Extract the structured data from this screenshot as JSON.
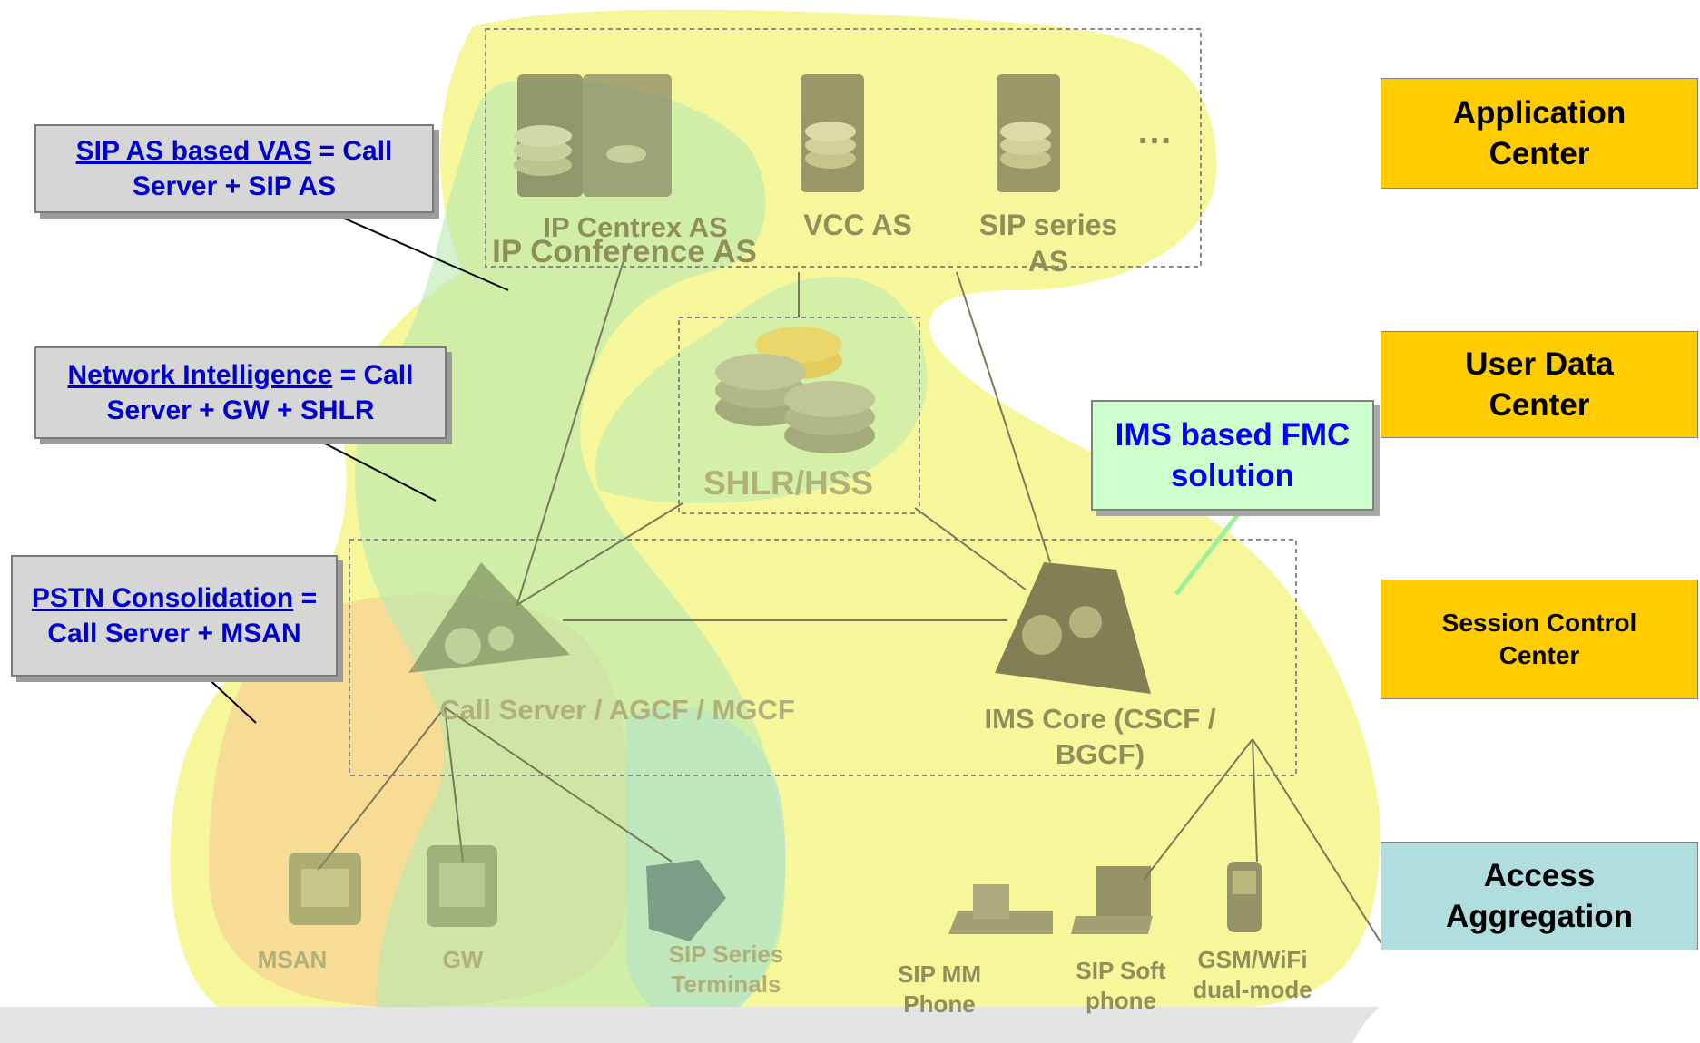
{
  "capabilities": {
    "sip_as_vas": {
      "link": "SIP AS based VAS",
      "rest": " = Call Server + SIP AS"
    },
    "network_intelligence": {
      "link": "Network Intelligence",
      "rest": " = Call Server + GW + SHLR"
    },
    "pstn_consolidation": {
      "link": "PSTN Consolidation",
      "rest": " = Call Server + MSAN"
    }
  },
  "ims_fmc": "IMS based FMC solution",
  "layers": {
    "application_center": "Application Center",
    "user_data_center": "User Data Center",
    "session_control_center": "Session Control Center",
    "access_aggregation": "Access Aggregation"
  },
  "nodes": {
    "ip_centrex_as": "IP Centrex AS",
    "ip_conference_as": "IP Conference AS",
    "vcc_as": "VCC AS",
    "sip_series_as": "SIP series AS",
    "ellipsis": "…",
    "shlr_hss": "SHLR/HSS",
    "call_server": "Call Server / AGCF / MGCF",
    "ims_core": "IMS Core (CSCF / BGCF)",
    "msan": "MSAN",
    "gw": "GW",
    "sip_series_terminals": "SIP Series Terminals",
    "sip_mm_phone": "SIP MM Phone",
    "sip_soft_phone": "SIP Soft phone",
    "gsm_wifi": "GSM/WiFi dual-mode"
  },
  "colors": {
    "yellow_region": "#f5f58a",
    "green_region": "#b8eab0",
    "orange_region": "#f6c78e",
    "blue_region": "#a8d8f0",
    "layer_orange": "#ffcc00",
    "layer_teal": "#b0dede",
    "ims_box": "#ccffcc",
    "link_blue": "#0000cc"
  }
}
